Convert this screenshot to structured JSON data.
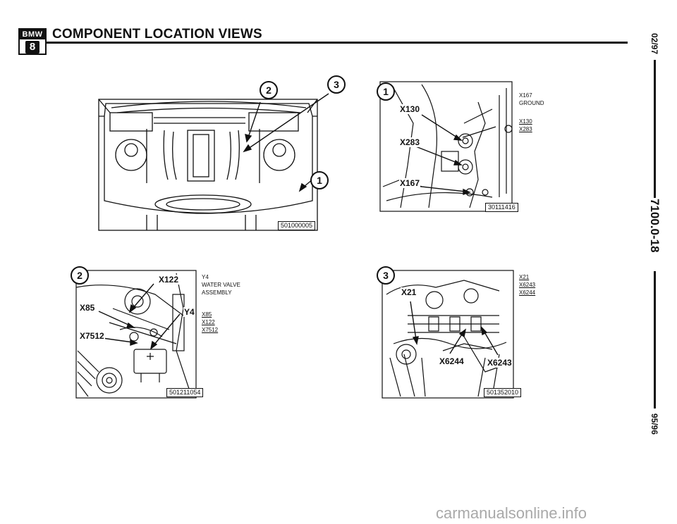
{
  "header": {
    "logo_text": "BMW",
    "logo_number": "8",
    "title": "COMPONENT LOCATION VIEWS"
  },
  "margin": {
    "date_top": "02/97",
    "page_number": "7100.0-18",
    "date_bottom": "95/96"
  },
  "figures": {
    "overview": {
      "callout_2": "2",
      "callout_3": "3",
      "callout_1": "1",
      "figure_id": "501000005"
    },
    "view_1": {
      "callout": "1",
      "labels": [
        "X130",
        "X283",
        "X167"
      ],
      "legend": [
        "X167",
        "GROUND",
        "X130",
        "X283"
      ],
      "figure_id": "30111416"
    },
    "view_2": {
      "callout": "2",
      "labels": [
        "X122",
        "X85",
        "X7512",
        "Y4"
      ],
      "legend_header": [
        "Y4",
        "WATER VALVE",
        "ASSEMBLY"
      ],
      "legend": [
        "X85",
        "X122",
        "X7512"
      ],
      "figure_id": "501211054"
    },
    "view_3": {
      "callout": "3",
      "labels": [
        "X21",
        "X6244",
        "X6243"
      ],
      "legend": [
        "X21",
        "X6243",
        "X6244"
      ],
      "figure_id": "501352010"
    }
  },
  "footer": {
    "watermark": "carmanualsonline.info"
  }
}
